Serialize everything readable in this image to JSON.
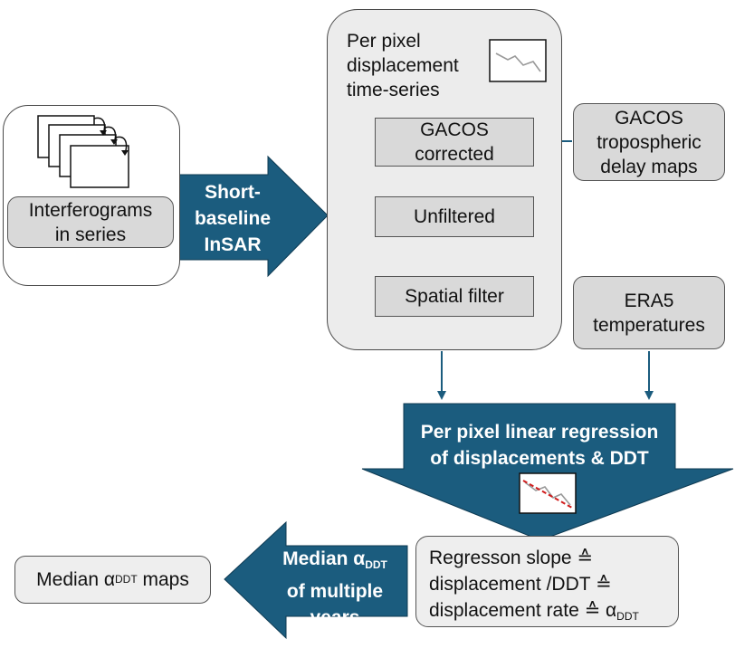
{
  "colors": {
    "arrow_fill": "#1b5c7e",
    "box_fill": "#d9d9d9",
    "panel_fill": "#ececec",
    "outline": "#4a4a4a"
  },
  "interferogram_panel": {
    "label": "Interferograms\nin series"
  },
  "insar_arrow": {
    "label": "Short-\nbaseline\nInSAR"
  },
  "time_series_panel": {
    "title": "Per pixel\ndisplacement\ntime-series",
    "boxes": [
      "GACOS\ncorrected",
      "Unfiltered",
      "Spatial filter"
    ]
  },
  "gacos_input": {
    "label": "GACOS\ntropospheric\ndelay maps"
  },
  "era5_input": {
    "label": "ERA5\ntemperatures"
  },
  "regression_arrow": {
    "label": "Per pixel linear regression\nof displacements & DDT"
  },
  "median_arrow": {
    "line1": "Median α",
    "sub": "DDT",
    "line2": "of multiple",
    "line3": "years"
  },
  "result_box": {
    "line1": "Regresson slope ≙",
    "line2": "displacement /DDT ≙",
    "line3": "displacement rate ≙ α",
    "sub": "DDT"
  },
  "median_maps": {
    "prefix": "Median α",
    "sub": "DDT",
    "suffix": " maps"
  }
}
